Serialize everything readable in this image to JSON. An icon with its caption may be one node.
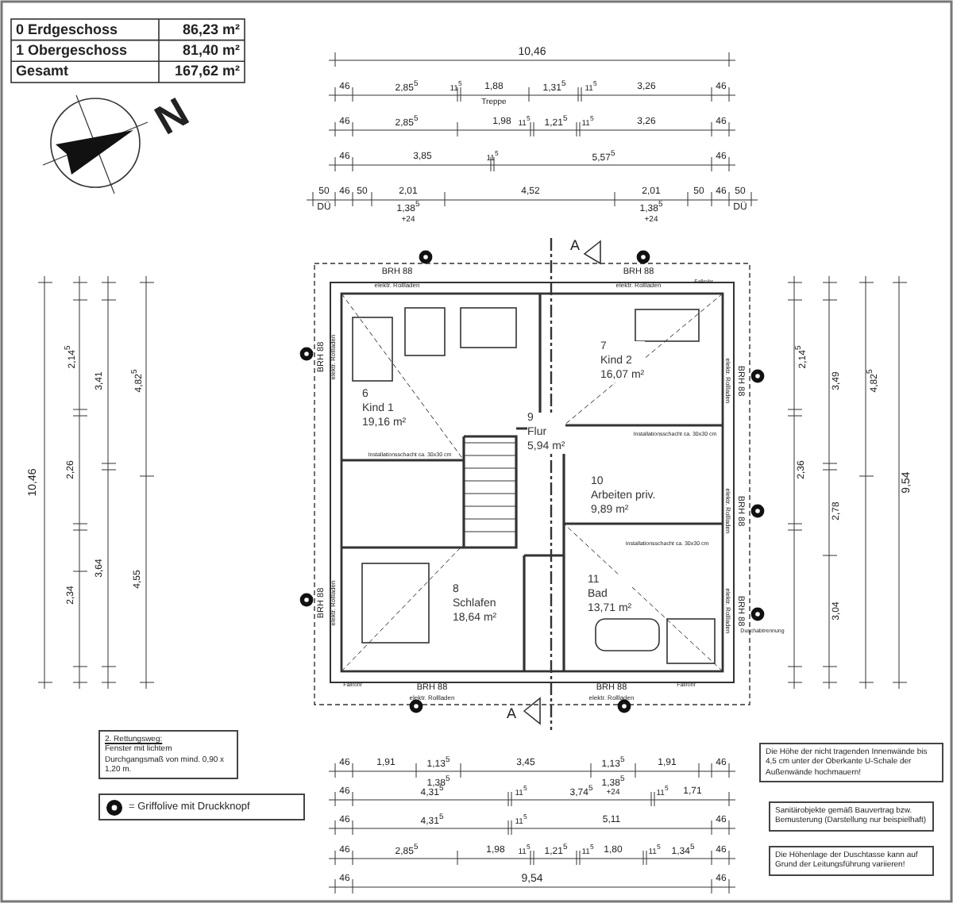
{
  "diagram": {
    "nodes": [
      {
        "text": [
          "6",
          "Kind 1",
          "19,16 m²"
        ]
      },
      {
        "text": [
          "7",
          "Kind 2",
          "16,07 m²"
        ]
      },
      {
        "text": [
          "9",
          "Flur",
          "5,94 m²"
        ]
      },
      {
        "text": [
          "10",
          "Arbeiten priv.",
          "9,89 m²"
        ]
      },
      {
        "text": [
          "8",
          "Schlafen",
          "18,64 m²"
        ]
      },
      {
        "text": [
          "11",
          "Bad",
          "13,71 m²"
        ]
      },
      {
        "text": [
          "2. Rettungsweg:",
          "Fenster mit lichtem Durchgangsmaß von mind. 0,90 x 1,20 m."
        ]
      },
      {
        "text": [
          "Die Höhe der nicht tragenden Innenwände bis 4,5 cm unter der Oberkante U-Schale der Außenwände hochmauern!"
        ]
      },
      {
        "text": [
          "Sanitärobjekte gemäß Bauvertrag bzw. Bemusterung (Darstellung nur beispielhaft)"
        ]
      },
      {
        "text": [
          "Die Höhenlage der Duschtasse kann auf Grund der Leitungsführung variieren!"
        ]
      }
    ],
    "edges": [],
    "labels": [
      "0 Erdgeschoss",
      "86,23 m²",
      "1 Obergeschoss",
      "81,40 m²",
      "Gesamt",
      "167,62 m²",
      "10,46",
      "46",
      "2,85$^{5}$",
      "11$^{5}$",
      "1,88",
      "Treppe",
      "1,31$^{5}$",
      "11$^{5}$",
      "3,26",
      "46",
      "46",
      "2,85$^{5}$",
      "1,98",
      "11$^{5}$",
      "1,21$^{5}$",
      "11$^{5}$",
      "3,26",
      "46",
      "46",
      "3,85",
      "11$^{5}$",
      "5,57$^{5}$",
      "46",
      "50",
      "DÜ",
      "46",
      "50",
      "2,01",
      "1,38$^{5}$",
      "+24",
      "4,52",
      "2,01",
      "1,38$^{5}$",
      "+24",
      "50",
      "46",
      "50",
      "DÜ",
      "A",
      "BRH 88",
      "elektr. Rollladen",
      "BRH 88",
      "elektr. Rollladen",
      "BRH 88",
      "elektr. Rollladen",
      "BRH 88",
      "elektr. Rollladen",
      "BRH 88",
      "elektr. Rollladen",
      "BRH 88",
      "elektr. Rollladen",
      "BRH 88",
      "elektr. Rollladen",
      "BRH 88",
      "elektr. Rollladen",
      "BRH 88",
      "elektr. Rollladen",
      "Installationsschacht ca. 30x30 cm",
      "Installationsschacht ca. 30x30 cm",
      "Installationsschacht ca. 30x30 cm",
      "Fallrohr",
      "Fallrohr",
      "Fallrohr",
      "Duschabtrennung",
      "A",
      "10,46",
      "2,14$^{5}$",
      "2,26",
      "2,34",
      "3,41",
      "3,64",
      "4,82$^{5}$",
      "4,55",
      "2,14$^{5}$",
      "3,49",
      "4,82$^{5}$",
      "2,36",
      "9,54",
      "2,78",
      "3,04",
      "46",
      "1,91",
      "1,13$^{5}$",
      "1,38$^{5}$",
      "3,45",
      "1,13$^{5}$",
      "1,38$^{5}$",
      "+24",
      "1,91",
      "46",
      "46",
      "4,31$^{5}$",
      "11$^{5}$",
      "3,74$^{5}$",
      "11$^{5}$",
      "1,71",
      "46",
      "4,31$^{5}$",
      "11$^{5}$",
      "5,11",
      "46",
      "46",
      "2,85$^{5}$",
      "1,98",
      "11$^{5}$",
      "1,21$^{5}$",
      "11$^{5}$",
      "1,80",
      "11$^{5}$",
      "1,34$^{5}$",
      "46",
      "46",
      "9,54",
      "46",
      "N"
    ],
    "legend": [
      {
        "text": "= Griffolive mit Druckknopf"
      }
    ]
  }
}
